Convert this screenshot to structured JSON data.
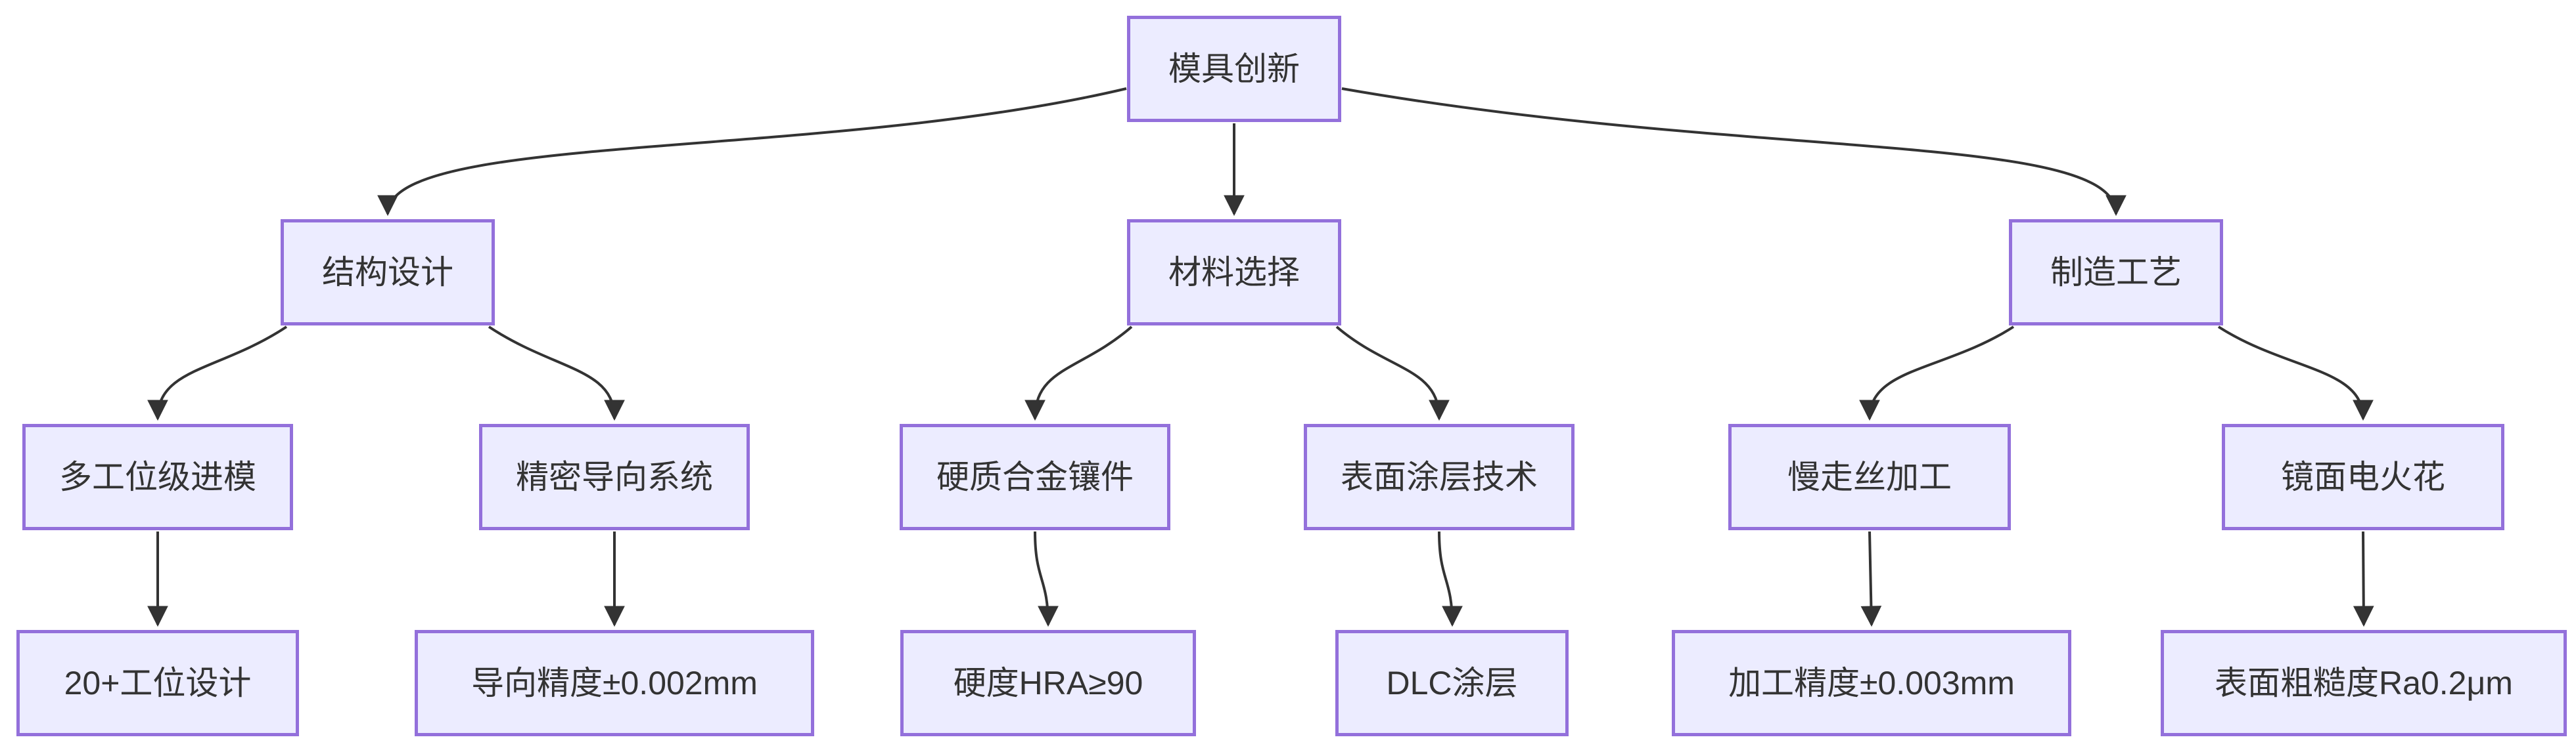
{
  "diagram": {
    "type": "flowchart-top-down",
    "colors": {
      "node_fill": "#ECECFF",
      "node_border": "#9370DB",
      "text": "#333333",
      "edge": "#333333",
      "background": "#ffffff"
    },
    "nodes": [
      {
        "id": "root",
        "label": "模具创新"
      },
      {
        "id": "structure",
        "label": "结构设计"
      },
      {
        "id": "material",
        "label": "材料选择"
      },
      {
        "id": "process",
        "label": "制造工艺"
      },
      {
        "id": "progressive-die",
        "label": "多工位级进模"
      },
      {
        "id": "guide-system",
        "label": "精密导向系统"
      },
      {
        "id": "carbide-insert",
        "label": "硬质合金镶件"
      },
      {
        "id": "surface-coating",
        "label": "表面涂层技术"
      },
      {
        "id": "wire-cut",
        "label": "慢走丝加工"
      },
      {
        "id": "mirror-edm",
        "label": "镜面电火花"
      },
      {
        "id": "station-design",
        "label": "20+工位设计"
      },
      {
        "id": "guide-precision",
        "label": "导向精度±0.002mm"
      },
      {
        "id": "hardness",
        "label": "硬度HRA≥90"
      },
      {
        "id": "dlc-coating",
        "label": "DLC涂层"
      },
      {
        "id": "machining-precision",
        "label": "加工精度±0.003mm"
      },
      {
        "id": "surface-roughness",
        "label": "表面粗糙度Ra0.2μm"
      }
    ],
    "edges": [
      {
        "from": "root",
        "to": "structure"
      },
      {
        "from": "root",
        "to": "material"
      },
      {
        "from": "root",
        "to": "process"
      },
      {
        "from": "structure",
        "to": "progressive-die"
      },
      {
        "from": "structure",
        "to": "guide-system"
      },
      {
        "from": "material",
        "to": "carbide-insert"
      },
      {
        "from": "material",
        "to": "surface-coating"
      },
      {
        "from": "process",
        "to": "wire-cut"
      },
      {
        "from": "process",
        "to": "mirror-edm"
      },
      {
        "from": "progressive-die",
        "to": "station-design"
      },
      {
        "from": "guide-system",
        "to": "guide-precision"
      },
      {
        "from": "carbide-insert",
        "to": "hardness"
      },
      {
        "from": "surface-coating",
        "to": "dlc-coating"
      },
      {
        "from": "wire-cut",
        "to": "machining-precision"
      },
      {
        "from": "mirror-edm",
        "to": "surface-roughness"
      }
    ]
  }
}
